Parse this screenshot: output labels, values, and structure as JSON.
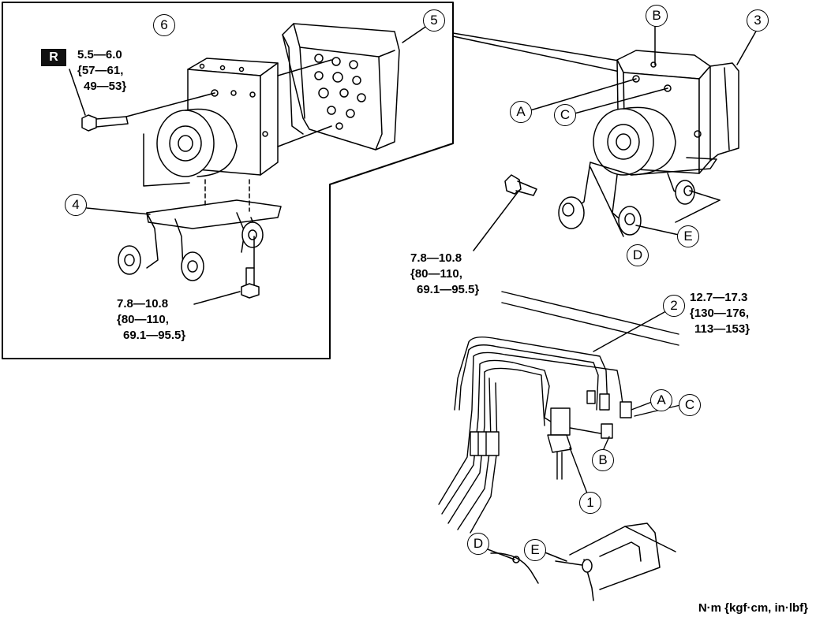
{
  "torques": {
    "bolt_unit_mount": [
      "5.5—6.0",
      "{57—61,",
      "49—53}"
    ],
    "bracket_bolt_left": [
      "7.8—10.8",
      "{80—110,",
      "69.1—95.5}"
    ],
    "bracket_bolt_right": [
      "7.8—10.8",
      "{80—110,",
      "69.1—95.5}"
    ],
    "brake_pipe_flare_nut": [
      "12.7—17.3",
      "{130—176,",
      "113—153}"
    ]
  },
  "replace_badge": "R",
  "callouts": {
    "n1": "1",
    "n2": "2",
    "n3": "3",
    "n4": "4",
    "n5": "5",
    "n6": "6",
    "A": "A",
    "B": "B",
    "C": "C",
    "D": "D",
    "E": "E"
  },
  "unit_label": "N·m {kgf·cm, in·lbf}",
  "colors": {
    "line": "#000000",
    "fill": "#ffffff",
    "shade": "#d9d9d9",
    "badge": "#111111"
  }
}
